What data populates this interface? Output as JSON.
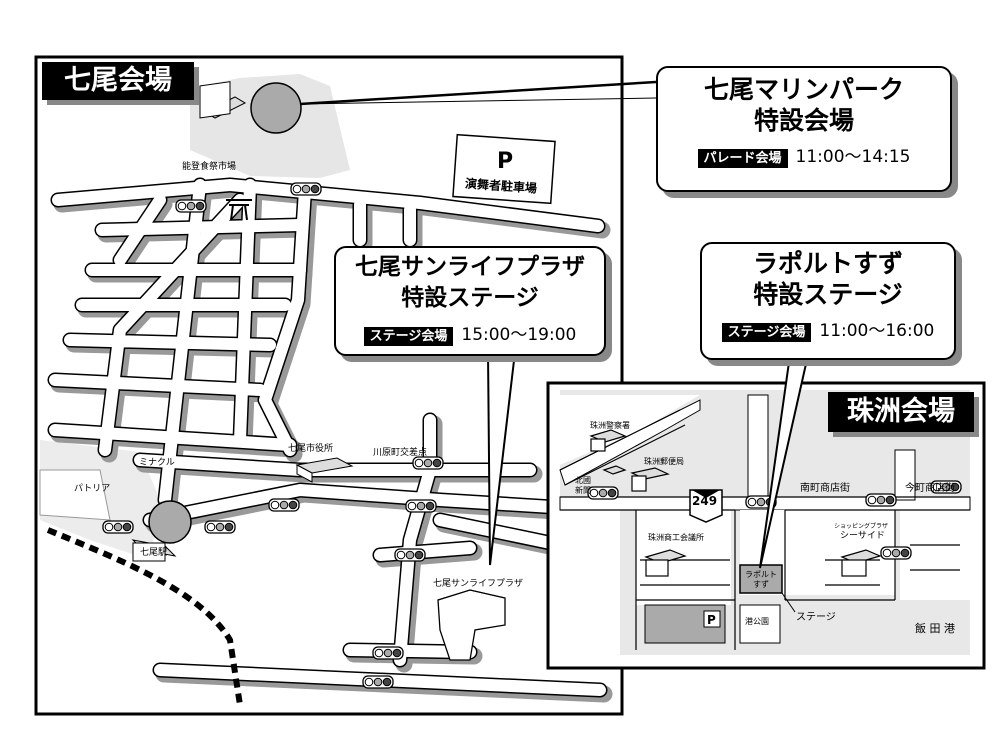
{
  "nanao": {
    "title": "七尾会場",
    "labels": {
      "fish_market": "能登食祭市場",
      "parking_p": "P",
      "parking": "演舞者駐車場",
      "city_hall": "七尾市役所",
      "kawahara": "川原町交差点",
      "minakuru": "ミナクル",
      "patria": "パトリア",
      "station": "七尾駅",
      "sunlife": "七尾サンライフプラザ"
    }
  },
  "suzu": {
    "title": "珠洲会場",
    "labels": {
      "police": "珠洲警察署",
      "post": "珠洲郵便局",
      "hokkoku_1": "北國",
      "hokkoku_2": "新聞",
      "route": "249",
      "minamimachi": "南町商店街",
      "imamachi": "今町商店街",
      "chamber": "珠洲商工会議所",
      "seaside_small": "ショッピングプラザ",
      "seaside": "シーサイド",
      "laport_1": "ラポルト",
      "laport_2": "すず",
      "stage": "ステージ",
      "port_park": "港公園",
      "parking_p": "P",
      "iida": "飯 田 港"
    }
  },
  "callouts": {
    "marine": {
      "line1": "七尾マリンパーク",
      "line2": "特設会場",
      "tag": "パレード会場",
      "time": "11:00〜14:15"
    },
    "sunlife": {
      "line1": "七尾サンライフプラザ",
      "line2": "特設ステージ",
      "tag": "ステージ会場",
      "time": "15:00〜19:00"
    },
    "laport": {
      "line1": "ラポルトすず",
      "line2": "特設ステージ",
      "tag": "ステージ会場",
      "time": "11:00〜16:00"
    }
  }
}
